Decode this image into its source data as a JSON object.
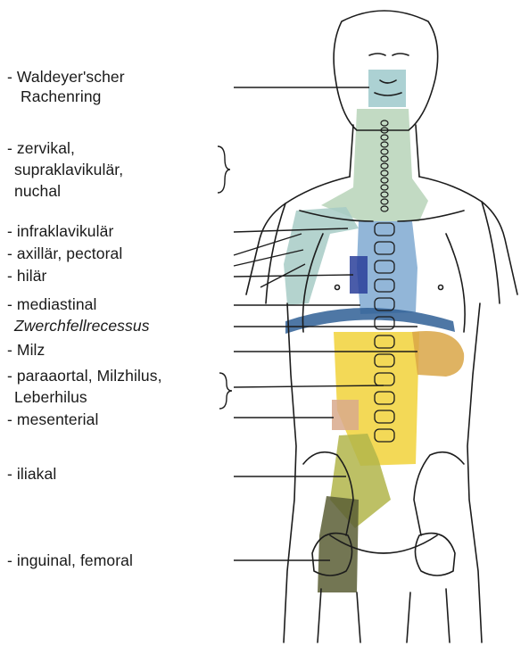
{
  "diagram": {
    "labels": {
      "waldeyer_line1": "- Waldeyer'scher",
      "waldeyer_line2": "Rachenring",
      "zervikal_line1": "- zervikal,",
      "zervikal_line2": "supraklavikulär,",
      "zervikal_line3": "nuchal",
      "infraklavikular": "- infraklavikulär",
      "axillar": "- axillär, pectoral",
      "hilar": "- hilär",
      "mediastinal": "- mediastinal",
      "zwerchfell": "Zwerchfellrecessus",
      "milz": "- Milz",
      "paraaortal_line1": "- paraaortal, Milzhilus,",
      "paraaortal_line2": "Leberhilus",
      "mesenterial": "- mesenterial",
      "iliakal": "- iliakal",
      "inguinal": "- inguinal, femoral"
    },
    "colors": {
      "outline": "#1c1c1c",
      "waldeyer_region": "#9ec9cb",
      "cervical_region": "#b7d3b8",
      "axillary_region": "#a7cbc6",
      "mediastinal_region": "#7fa9d1",
      "hilar_region": "#2a3f9a",
      "diaphragm_region": "#2f5f95",
      "paraaortal_region": "#f1d23a",
      "spleen_region": "#d9a646",
      "mesenteric_region": "#d8a98c",
      "iliac_region": "#b2b54a",
      "inguinal_region": "#5a5e35"
    }
  }
}
